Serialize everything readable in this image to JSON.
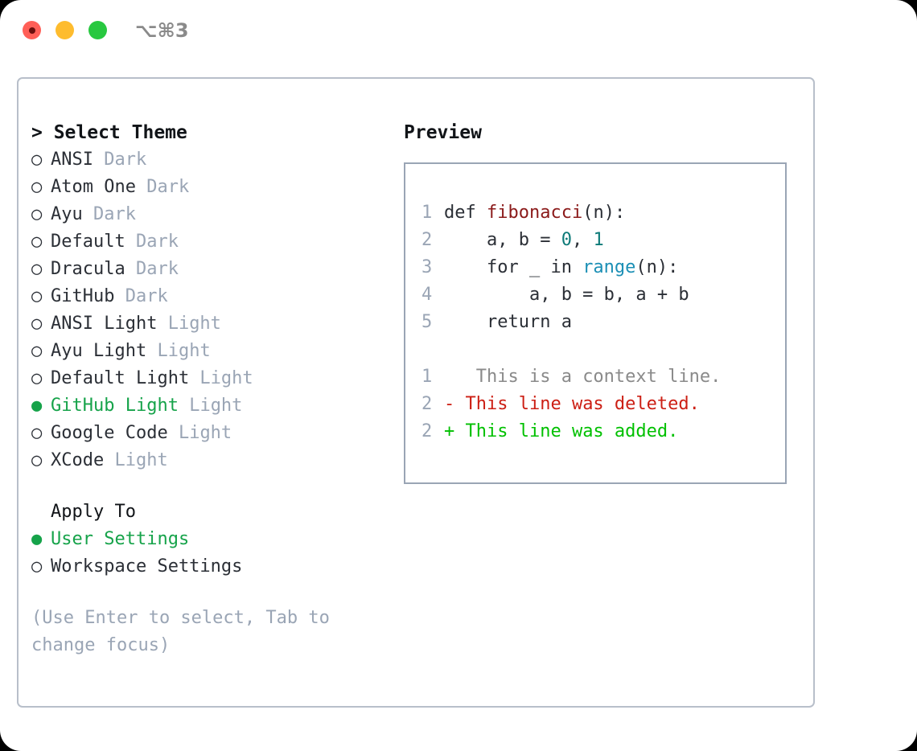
{
  "titlebar": {
    "shortcut": "⌥⌘3",
    "lights": [
      "close",
      "minimize",
      "maximize"
    ]
  },
  "theme_list": {
    "header": "> Select Theme",
    "items": [
      {
        "marker": "○",
        "name": "ANSI",
        "variant": "Dark",
        "selected": false
      },
      {
        "marker": "○",
        "name": "Atom One",
        "variant": "Dark",
        "selected": false
      },
      {
        "marker": "○",
        "name": "Ayu",
        "variant": "Dark",
        "selected": false
      },
      {
        "marker": "○",
        "name": "Default",
        "variant": "Dark",
        "selected": false
      },
      {
        "marker": "○",
        "name": "Dracula",
        "variant": "Dark",
        "selected": false
      },
      {
        "marker": "○",
        "name": "GitHub",
        "variant": "Dark",
        "selected": false
      },
      {
        "marker": "○",
        "name": "ANSI Light",
        "variant": "Light",
        "selected": false
      },
      {
        "marker": "○",
        "name": "Ayu Light",
        "variant": "Light",
        "selected": false
      },
      {
        "marker": "○",
        "name": "Default Light",
        "variant": "Light",
        "selected": false
      },
      {
        "marker": "●",
        "name": "GitHub Light",
        "variant": "Light",
        "selected": true
      },
      {
        "marker": "○",
        "name": "Google Code",
        "variant": "Light",
        "selected": false
      },
      {
        "marker": "○",
        "name": "XCode",
        "variant": "Light",
        "selected": false
      }
    ]
  },
  "apply_to": {
    "label": "Apply To",
    "items": [
      {
        "marker": "●",
        "name": "User Settings",
        "selected": true
      },
      {
        "marker": "○",
        "name": "Workspace Settings",
        "selected": false
      }
    ]
  },
  "hint": "(Use Enter to select, Tab to change focus)",
  "preview": {
    "title": "Preview",
    "code": [
      {
        "num": "1",
        "segments": [
          {
            "text": "def ",
            "style": "plain"
          },
          {
            "text": "fibonacci",
            "style": "fn"
          },
          {
            "text": "(n):",
            "style": "plain"
          }
        ]
      },
      {
        "num": "2",
        "segments": [
          {
            "text": "    a, b = ",
            "style": "plain"
          },
          {
            "text": "0",
            "style": "num"
          },
          {
            "text": ", ",
            "style": "plain"
          },
          {
            "text": "1",
            "style": "num"
          }
        ]
      },
      {
        "num": "3",
        "segments": [
          {
            "text": "    for _ in ",
            "style": "plain"
          },
          {
            "text": "range",
            "style": "call"
          },
          {
            "text": "(n):",
            "style": "plain"
          }
        ]
      },
      {
        "num": "4",
        "segments": [
          {
            "text": "        a, b = b, a + b",
            "style": "plain"
          }
        ]
      },
      {
        "num": "5",
        "segments": [
          {
            "text": "    return a",
            "style": "plain"
          }
        ]
      }
    ],
    "diff": [
      {
        "num": "1",
        "sign": " ",
        "text": "  This is a context line.",
        "kind": "context"
      },
      {
        "num": "2",
        "sign": "-",
        "text": " This line was deleted.",
        "kind": "deleted"
      },
      {
        "num": "2",
        "sign": "+",
        "text": " This line was added.",
        "kind": "added"
      }
    ]
  },
  "colors": {
    "accent_green": "#16a34a",
    "diff_add_green": "#00c000",
    "diff_del_red": "#cc1f14",
    "fn_red": "#8b1a1a",
    "num_teal": "#0d7a78",
    "call_blue": "#1b8fb5",
    "muted_gray": "#9aa5b5",
    "text_dark": "#2b2f36",
    "border": "#b8bfca",
    "preview_border": "#9aa5b5",
    "light_red": "#ff5f57",
    "light_yellow": "#febc2e",
    "light_green": "#28c840"
  }
}
